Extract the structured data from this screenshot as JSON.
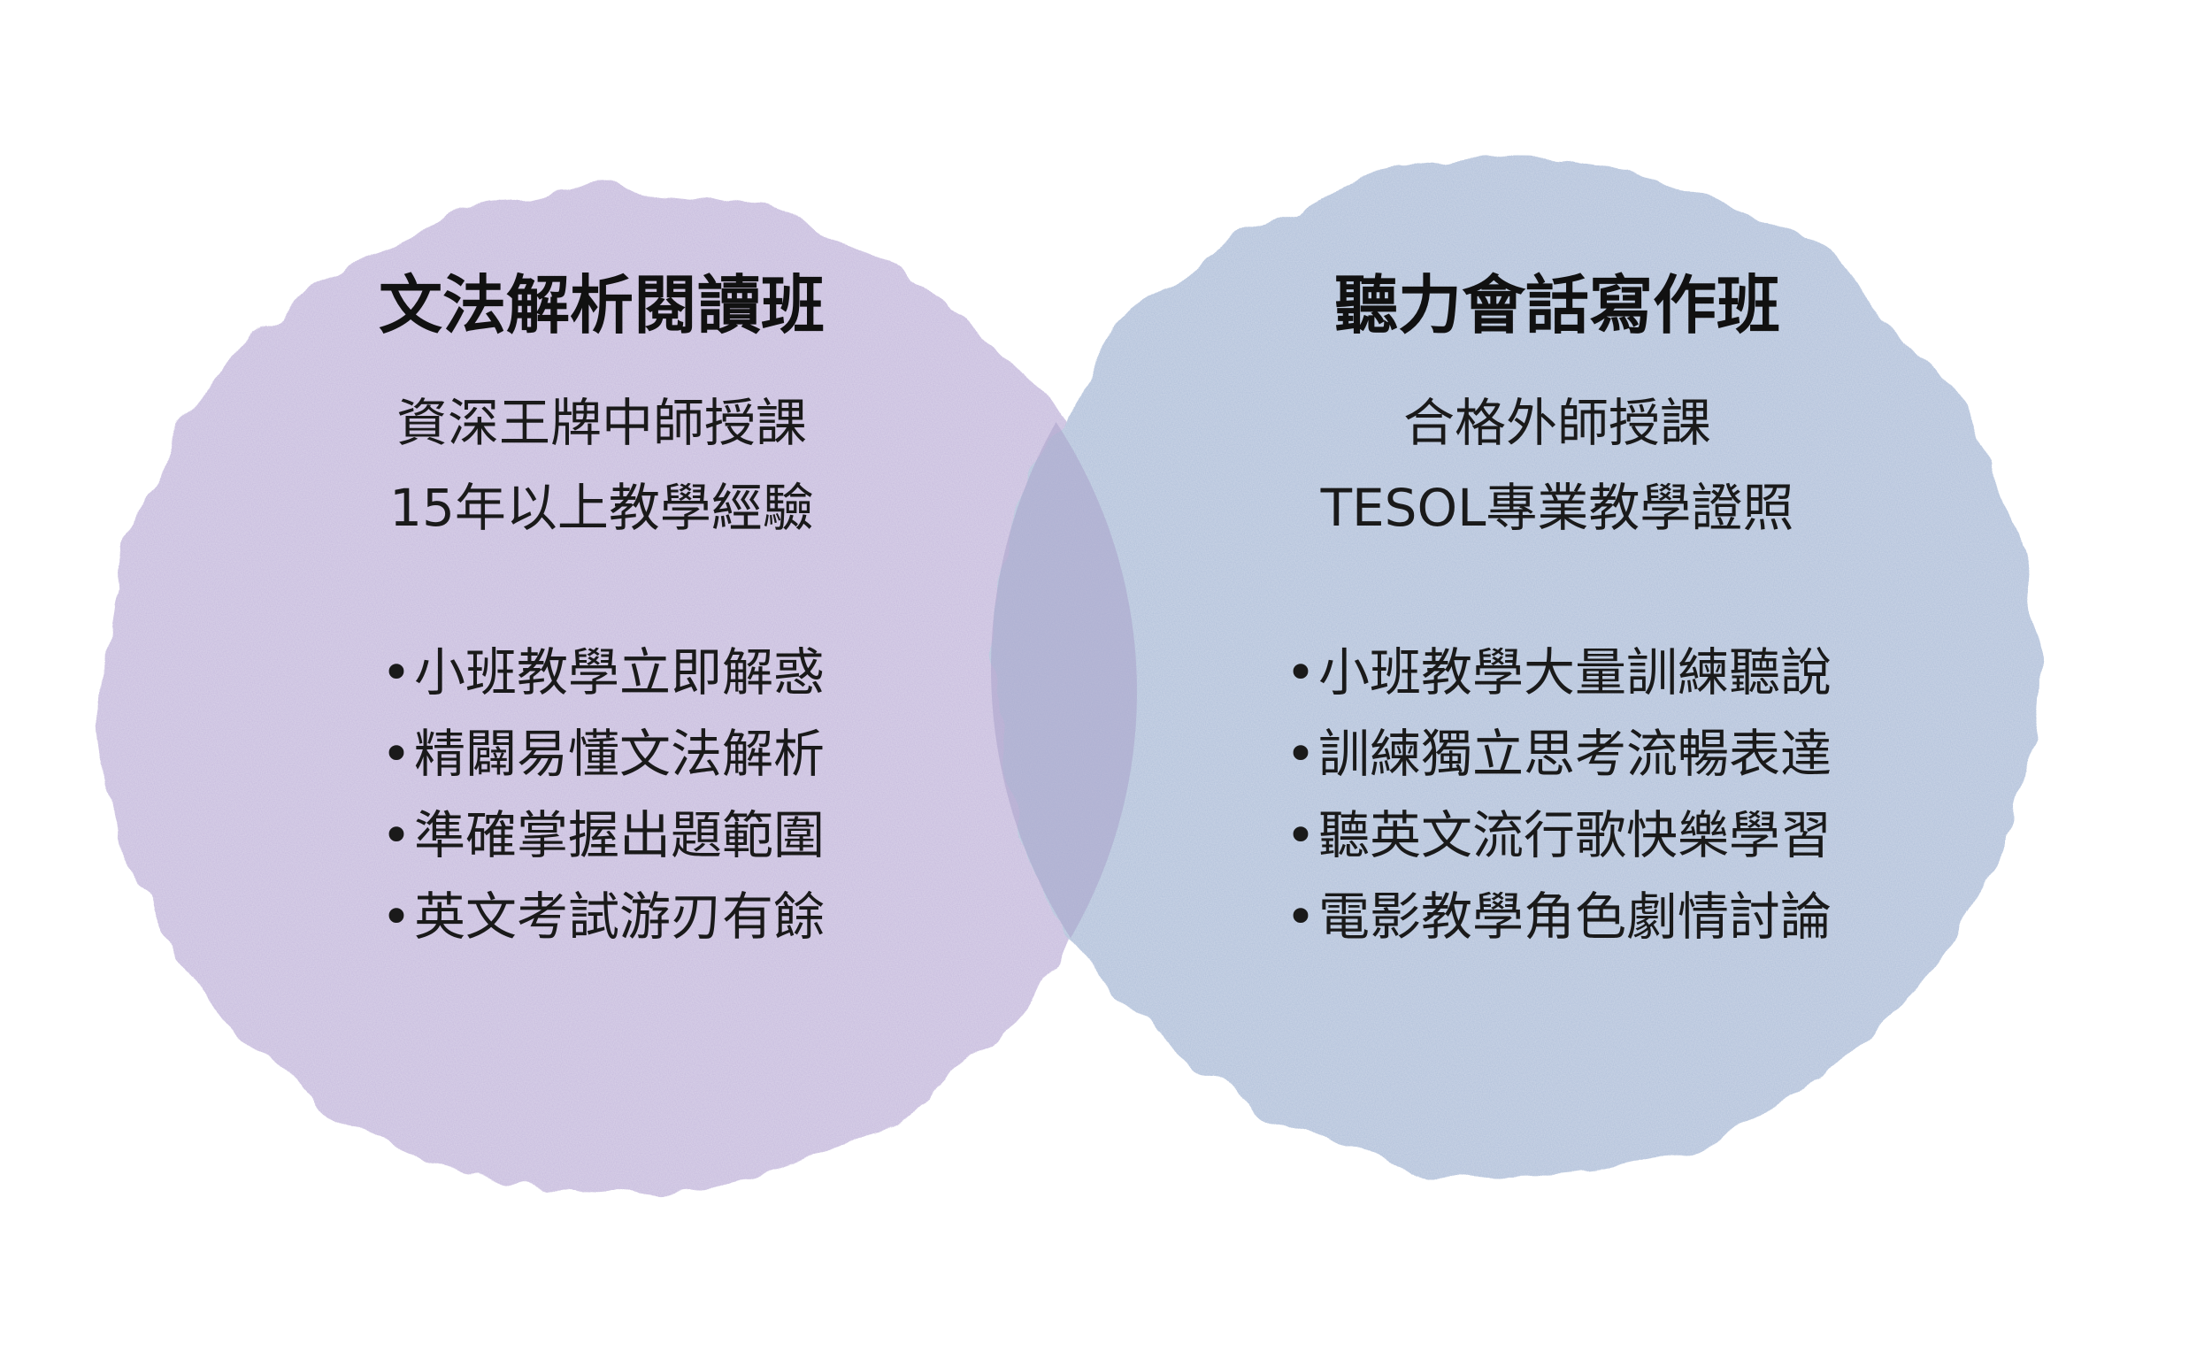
{
  "colors": {
    "left_circle": "#c9bedf",
    "right_circle": "#b4c3dc",
    "overlap": "#a9a2cb",
    "text": "#1a1a1a"
  },
  "left": {
    "title": "文法解析閱讀班",
    "subtitle_lines": [
      "資深王牌中師授課",
      "15年以上教學經驗"
    ],
    "bullets": [
      "小班教學立即解惑",
      "精闢易懂文法解析",
      "準確掌握出題範圍",
      "英文考試游刃有餘"
    ]
  },
  "right": {
    "title": "聽力會話寫作班",
    "subtitle_lines": [
      "合格外師授課",
      "TESOL專業教學證照"
    ],
    "bullets": [
      "小班教學大量訓練聽說",
      "訓練獨立思考流暢表達",
      "聽英文流行歌快樂學習",
      "電影教學角色劇情討論"
    ]
  }
}
